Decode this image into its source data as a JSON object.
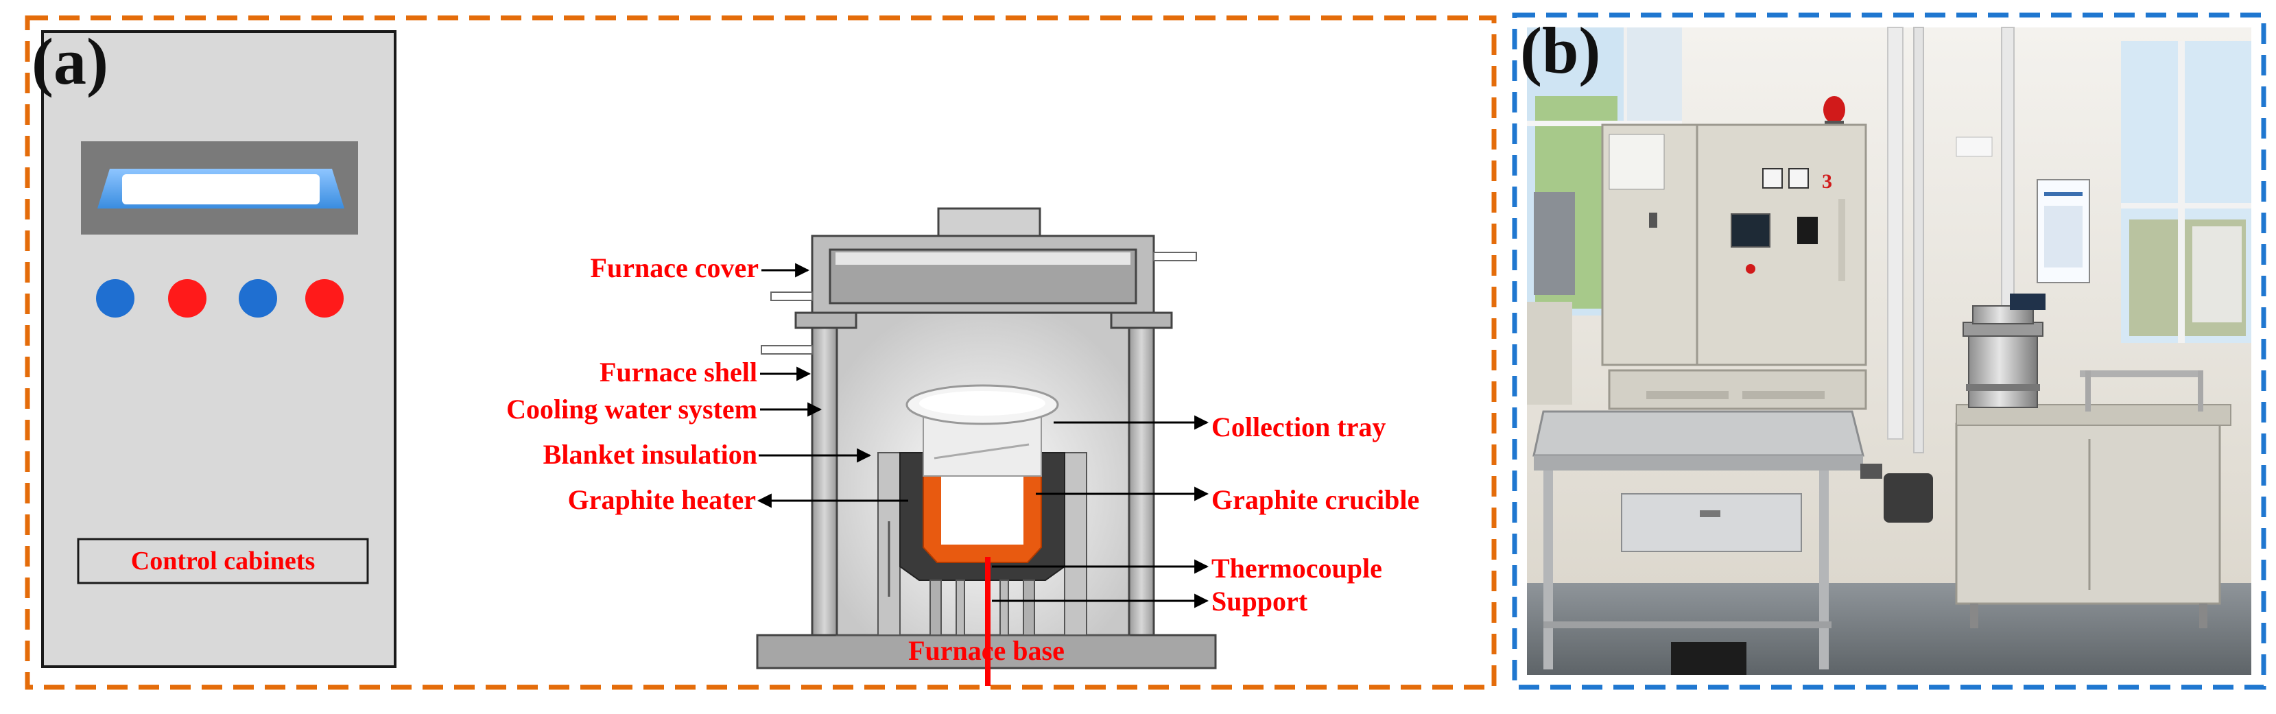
{
  "panel_a": {
    "tag": "(a)",
    "cabinet_label": "Control cabinets",
    "labels": {
      "furnace_cover": "Furnace cover",
      "furnace_shell": "Furnace shell",
      "cooling_water_system": "Cooling water system",
      "blanket_insulation": "Blanket insulation",
      "graphite_heater": "Graphite heater",
      "collection_tray": "Collection tray",
      "graphite_crucible": "Graphite crucible",
      "thermocouple": "Thermocouple",
      "support": "Support",
      "furnace_base": "Furnace base"
    }
  },
  "panel_b": {
    "tag": "(b)",
    "cabinet_number": "3"
  },
  "colors": {
    "panel_a_border": "#e46c0a",
    "panel_b_border": "#1f77d0",
    "label_red": "#ff0000",
    "button_blue": "#1f6fd1",
    "button_red": "#ff1a1a",
    "crucible_orange": "#e85a10"
  }
}
